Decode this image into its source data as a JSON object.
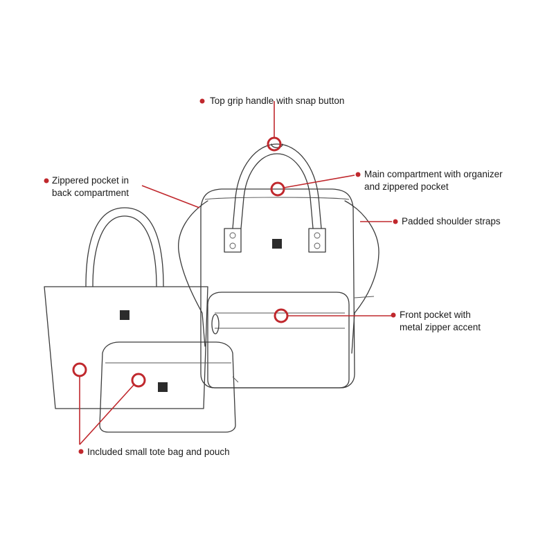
{
  "colors": {
    "accent": "#c0282d",
    "line": "#3a3a3a",
    "background": "#ffffff"
  },
  "callouts": {
    "top_handle": {
      "line1": "Top grip handle with snap button"
    },
    "back_pocket": {
      "line1": "Zippered pocket in",
      "line2": "back compartment"
    },
    "main_compartment": {
      "line1": "Main compartment with organizer",
      "line2": "and zippered pocket"
    },
    "shoulder_straps": {
      "line1": "Padded shoulder straps"
    },
    "front_pocket": {
      "line1": "Front pocket with",
      "line2": "metal zipper accent"
    },
    "tote_pouch": {
      "line1": "Included small tote bag and pouch"
    }
  },
  "icons": [
    "callout-dot-icon",
    "highlight-ring-icon",
    "brand-logo-icon"
  ]
}
